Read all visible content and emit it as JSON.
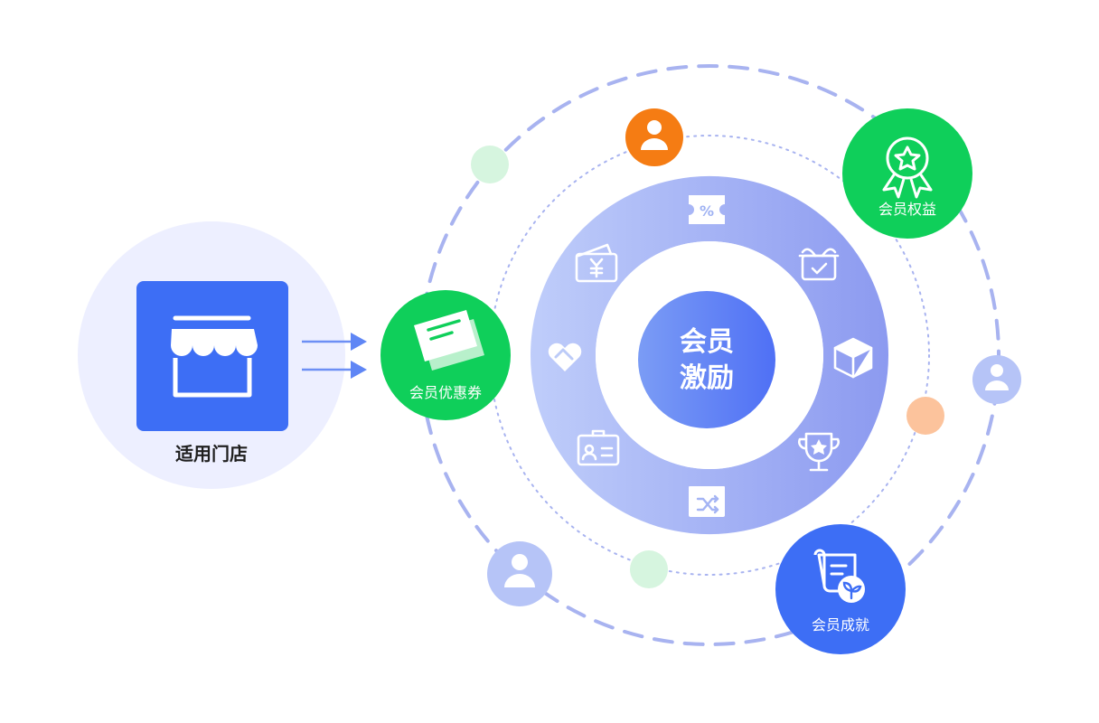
{
  "store": {
    "label": "适用门店"
  },
  "core": {
    "line1": "会员",
    "line2": "激励"
  },
  "nodes": {
    "coupon": {
      "label": "会员优惠券",
      "color": "#0fcf5a"
    },
    "rights": {
      "label": "会员权益",
      "color": "#0fcf5a"
    },
    "achievement": {
      "label": "会员成就",
      "color": "#3d6ef5"
    }
  },
  "colors": {
    "store_bg": "#edefff",
    "store_tile": "#3d6ef5",
    "ring_left": "#bfcdfa",
    "ring_right": "#8c9af0",
    "core_left": "#7b9cf5",
    "core_right": "#4f70f5",
    "orbit_line": "#a8b3f0",
    "avatar_orange": "#f57c13",
    "avatar_lavender": "#b6c4f7",
    "dot_green": "#d6f5df",
    "dot_peach": "#fcc39c"
  },
  "ring_icons": [
    "percent-coupon-icon",
    "gift-check-icon",
    "box-icon",
    "trophy-icon",
    "shuffle-card-icon",
    "id-card-icon",
    "heart-hand-icon",
    "yuan-wallet-icon"
  ]
}
